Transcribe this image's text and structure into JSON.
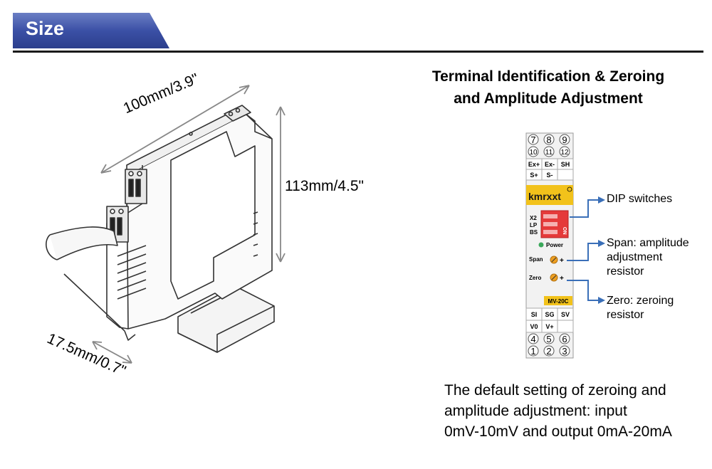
{
  "header": {
    "title": "Size"
  },
  "dimensions": {
    "width": "100mm/3.9\"",
    "height": "113mm/4.5\"",
    "depth": "17.5mm/0.7\""
  },
  "terminal_section": {
    "title_line1": "Terminal Identification & Zeroing",
    "title_line2": "and Amplitude Adjustment"
  },
  "module": {
    "brand": "kmrxxt",
    "model": "MV-20C",
    "dip_labels": [
      "X2",
      "LP",
      "BS"
    ],
    "dip_on_label": "ON",
    "power_label": "Power",
    "span_label": "Span",
    "zero_label": "Zero",
    "top_numbers_row1": [
      "7",
      "8",
      "9"
    ],
    "top_numbers_row2": [
      "10",
      "11",
      "12"
    ],
    "top_terminals_row1": [
      "Ex+",
      "Ex-",
      "SH"
    ],
    "top_terminals_row2": [
      "S+",
      "S-"
    ],
    "bottom_terminals_row1": [
      "SI",
      "SG",
      "SV"
    ],
    "bottom_terminals_row2": [
      "V0",
      "V+"
    ],
    "bottom_numbers_row1": [
      "4",
      "5",
      "6"
    ],
    "bottom_numbers_row2": [
      "1",
      "2",
      "3"
    ]
  },
  "callouts": {
    "dip": "DIP switches",
    "span_line1": "Span: amplitude",
    "span_line2": "adjustment",
    "span_line3": "resistor",
    "zero_line1": "Zero: zeroing",
    "zero_line2": "resistor"
  },
  "note": {
    "line1": "The default setting of zeroing and",
    "line2": "amplitude adjustment: input",
    "line3": "0mV-10mV and output 0mA-20mA"
  },
  "colors": {
    "banner_dark": "#2b3e8c",
    "banner_light": "#6b7fc4",
    "label_yellow": "#f2c21b",
    "dip_red": "#e53a3a",
    "callout_blue": "#3a6fb8",
    "power_led": "#3aa85a",
    "pot_orange": "#f0a020"
  }
}
